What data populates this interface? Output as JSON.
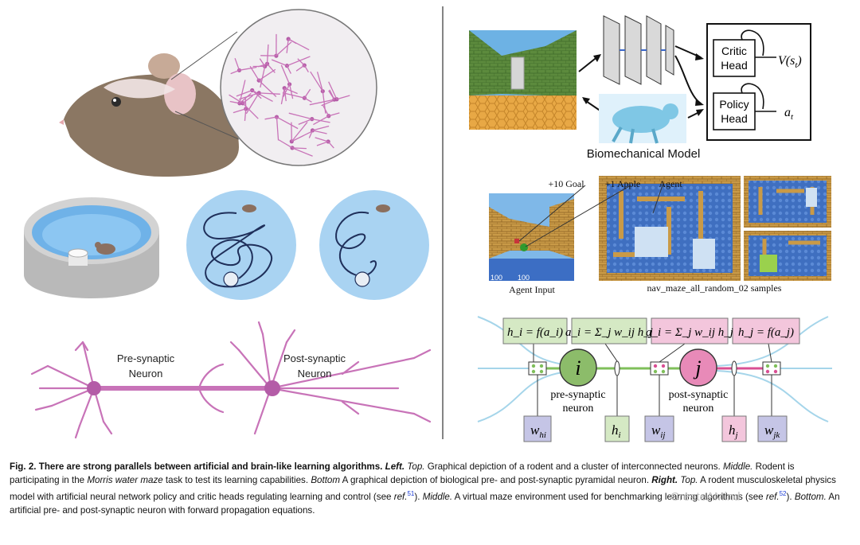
{
  "left": {
    "neuron_labels": {
      "pre": [
        "Pre-synaptic",
        "Neuron"
      ],
      "post": [
        "Post-synaptic",
        "Neuron"
      ]
    }
  },
  "right": {
    "top": {
      "critic_head": [
        "Critic",
        "Head"
      ],
      "policy_head": [
        "Policy",
        "Head"
      ],
      "value_label": "V(s",
      "value_sub": "t",
      "value_close": ")",
      "action_label": "a",
      "action_sub": "t",
      "biomech_label": "Biomechanical Model"
    },
    "middle": {
      "goal_label": "+10 Goal",
      "apple_label": "+1 Apple",
      "agent_label": "Agent",
      "agent_input_label": "Agent Input",
      "samples_label": "nav_maze_all_random_02 samples",
      "hud_left": "100",
      "hud_right": "100"
    },
    "bottom": {
      "eq1": "h_i = f(a_i)",
      "eq2": "a_i = Σ_j w_ij h_j",
      "eq3": "a_i = Σ_j w_ij h_j",
      "eq4": "h_j = f(a_j)",
      "node_i": "i",
      "node_j": "j",
      "pre_label": [
        "pre-synaptic",
        "neuron"
      ],
      "post_label": [
        "post-synaptic",
        "neuron"
      ],
      "w_hi": "w",
      "w_hi_sub": "hi",
      "h_i": "h",
      "h_i_sub": "i",
      "w_ij": "w",
      "w_ij_sub": "ij",
      "h_j": "h",
      "h_j_sub": "j",
      "w_jk": "w",
      "w_jk_sub": "jk"
    }
  },
  "caption": {
    "fig_label": "Fig. 2.",
    "title": "There are strong parallels between artificial and brain-like learning algorithms.",
    "left_heading": "Left.",
    "top_heading": "Top.",
    "left_top_text": "Graphical depiction of a rodent and a cluster of interconnected neurons.",
    "middle_heading": "Middle.",
    "left_middle_pre": "Rodent is participating in the",
    "left_middle_italic": "Morris water maze",
    "left_middle_post": "task to test its learning capabilities.",
    "bottom_heading": "Bottom",
    "left_bottom_text": "A graphical depiction of biological pre- and post-synaptic pyramidal neuron.",
    "right_heading": "Right.",
    "right_top_text": "A rodent musculoskeletal physics model with artificial neural network policy and critic heads regulating learning and control (see",
    "ref_text": "ref.",
    "ref1": "51",
    "close_paren": ").",
    "right_middle_text": "A virtual maze environment used for benchmarking learning algorithms (see",
    "ref2": "52",
    "bottom_heading2": "Bottom.",
    "right_bottom_text": "An artificial pre- and post-synaptic neuron with forward propagation equations."
  },
  "watermark": "CreateAMind",
  "colors": {
    "neuron_purple": "#c873b8",
    "water_blue": "#a9d3f2",
    "eq_green": "#d5e9c4",
    "eq_pink": "#f3c6dc",
    "weight_purple": "#c5c5e6",
    "accent_green": "#7fbf5a",
    "accent_pink": "#d94f93"
  }
}
